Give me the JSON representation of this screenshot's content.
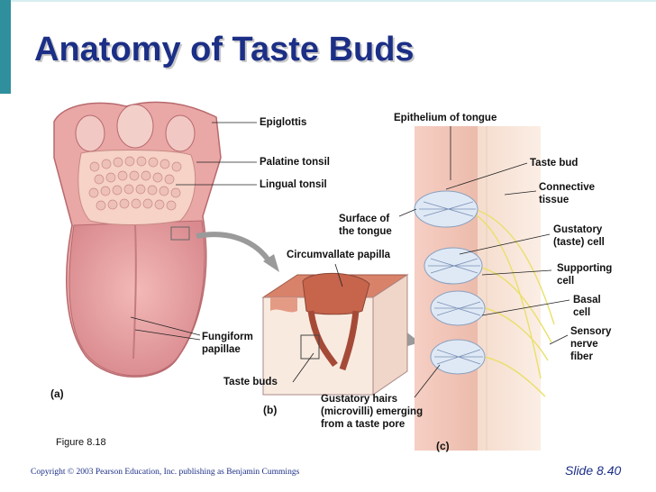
{
  "title": "Anatomy of Taste Buds",
  "labels": {
    "epiglottis": "Epiglottis",
    "palatine_tonsil": "Palatine tonsil",
    "lingual_tonsil": "Lingual tonsil",
    "surface_of_tongue_1": "Surface of",
    "surface_of_tongue_2": "the tongue",
    "circumvallate_papilla": "Circumvallate papilla",
    "fungiform_papillae_1": "Fungiform",
    "fungiform_papillae_2": "papillae",
    "taste_buds": "Taste buds",
    "gustatory_hairs_1": "Gustatory hairs",
    "gustatory_hairs_2": "(microvilli) emerging",
    "gustatory_hairs_3": "from a taste pore",
    "epithelium_of_tongue": "Epithelium of tongue",
    "taste_bud": "Taste bud",
    "connective_tissue_1": "Connective",
    "connective_tissue_2": "tissue",
    "gustatory_cell_1": "Gustatory",
    "gustatory_cell_2": "(taste) cell",
    "supporting_cell_1": "Supporting",
    "supporting_cell_2": "cell",
    "basal_cell_1": "Basal",
    "basal_cell_2": "cell",
    "sensory_nerve_1": "Sensory",
    "sensory_nerve_2": "nerve",
    "sensory_nerve_3": "fiber"
  },
  "panels": {
    "a": "(a)",
    "b": "(b)",
    "c": "(c)"
  },
  "caption": "Figure 8.18",
  "copyright": "Copyright © 2003 Pearson Education, Inc. publishing as Benjamin Cummings",
  "slide_number": "Slide 8.40",
  "colors": {
    "accent": "#2f8f9d",
    "title": "#1c2f86",
    "tongue": "#e8a0a2",
    "tissue": "#f2c7b3",
    "nerve": "#e9e06a"
  }
}
